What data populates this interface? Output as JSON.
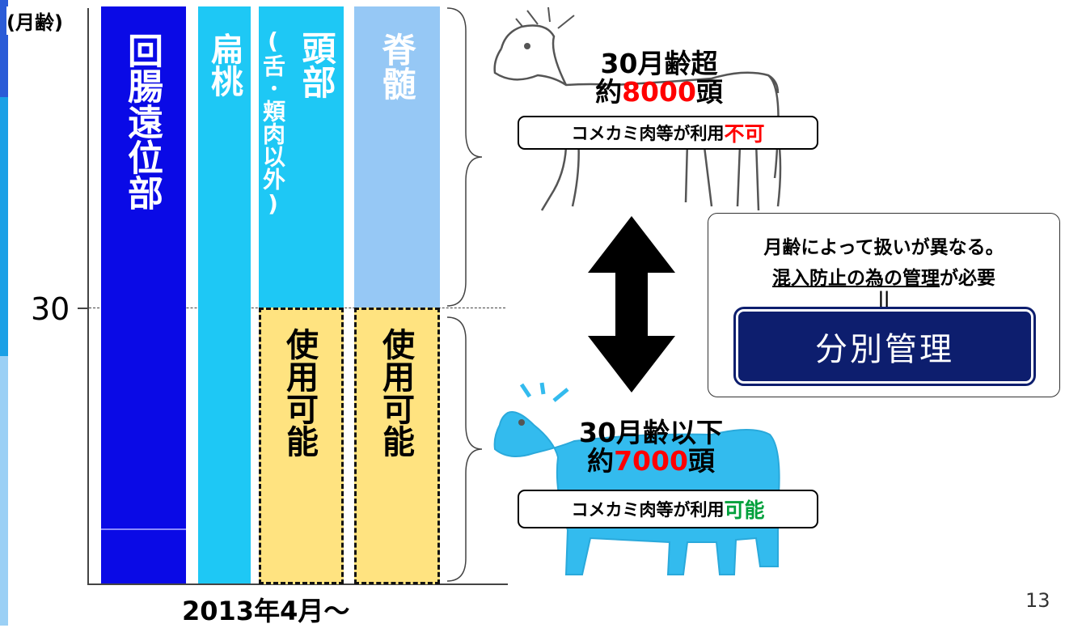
{
  "axis": {
    "unit_label": "(月齢)",
    "tick_30": "30",
    "x_label": "2013年4月～"
  },
  "bars": {
    "kaicho": "回腸遠位部",
    "hento": "扁桃",
    "tobu_main": "頭部",
    "tobu_sub": "(舌･頬肉以外)",
    "sekizui": "脊髄",
    "usable_1": "使用可能",
    "usable_2": "使用可能"
  },
  "cow_over": {
    "line1": "30月齢超",
    "count_prefix": "約",
    "count": "8000",
    "count_suffix": "頭",
    "use_text": "コメカミ肉等が利用",
    "use_status": "不可"
  },
  "cow_under": {
    "line1": "30月齢以下",
    "count_prefix": "約",
    "count": "7000",
    "count_suffix": "頭",
    "use_text": "コメカミ肉等が利用",
    "use_status": "可能"
  },
  "note": {
    "line1": "月齢によって扱いが異なる。",
    "line2_underlined": "混入防止の為の管理",
    "line2_rest": "が必要",
    "equals": "||",
    "box": "分別管理"
  },
  "page_number": "13",
  "colors": {
    "kaicho": "#0a0ae6",
    "light_blue": "#1ec8f5",
    "pale_blue": "#96c8f5",
    "usable_fill": "#ffe380",
    "cow_blue": "#33bbee",
    "navy": "#0d1e6e"
  }
}
